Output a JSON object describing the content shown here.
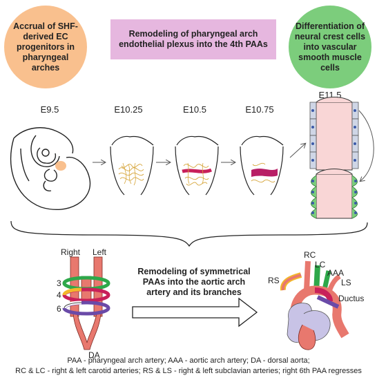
{
  "top": {
    "shf_circle": "Accrual of SHF-derived EC progenitors in pharyngeal arches",
    "remodel_box": "Remodeling of pharyngeal arch endothelial plexus into the 4th PAAs",
    "ncc_circle": "Differentiation of neural crest cells into vascular smooth muscle cells"
  },
  "stages": [
    "E9.5",
    "E10.25",
    "E10.5",
    "E10.75",
    "E11.5"
  ],
  "bottom": {
    "right_label": "Right",
    "left_label": "Left",
    "arch_numbers": [
      "3",
      "4",
      "6"
    ],
    "da_label": "DA",
    "arrow_text": "Remodeling of symmetrical PAAs into the aortic arch artery and its branches",
    "vessel_labels": {
      "rc": "RC",
      "lc": "LC",
      "aaa": "AAA",
      "rs": "RS",
      "ls": "LS",
      "ductus": "Ductus"
    }
  },
  "footnote": {
    "line1": "PAA - pharyngeal arch artery; AAA - aortic arch artery; DA - dorsal aorta;",
    "line2": "RC & LC - right & left carotid arteries; RS & LS - right & left subclavian arteries; right 6th PAA regresses"
  },
  "colors": {
    "orange": "#f9c08e",
    "pink": "#e6b7df",
    "green": "#7ccd7c",
    "vessel": "#e8786e",
    "arch3": "#2ea84a",
    "arch4_yellow": "#f3b72b",
    "arch4_red": "#c8205a",
    "arch6": "#6a4aa8",
    "lumen": "#f9d6d6"
  }
}
